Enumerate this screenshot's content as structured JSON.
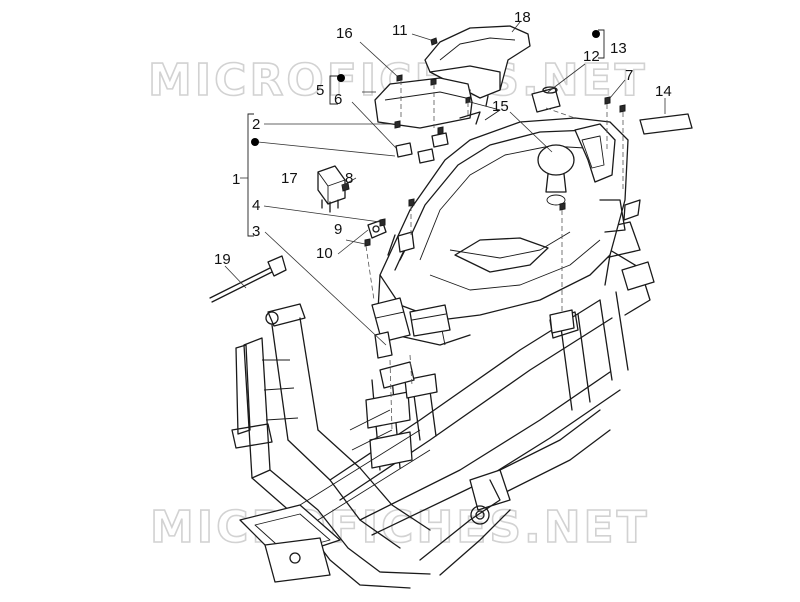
{
  "watermark": {
    "text_top": "MICROFICHES.NET",
    "text_bottom": "MICROFICHES.NET"
  },
  "callouts": [
    "1",
    "2",
    "3",
    "4",
    "5",
    "6",
    "7",
    "8",
    "9",
    "10",
    "11",
    "12",
    "13",
    "14",
    "15",
    "16",
    "17",
    "18",
    "19"
  ],
  "colors": {
    "line": "#1a1a1a",
    "watermark": "#d2d2d2",
    "background": "#ffffff"
  }
}
